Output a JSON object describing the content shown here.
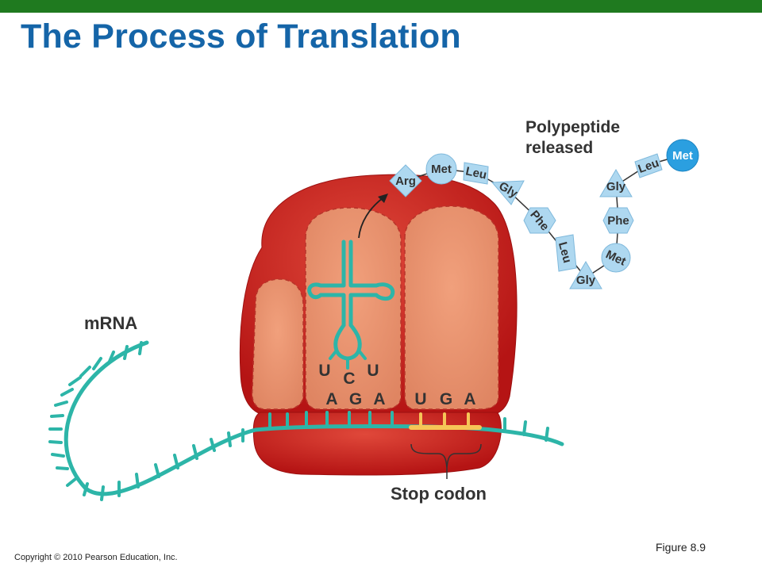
{
  "slide": {
    "title": "The Process of Translation",
    "copyright": "Copyright © 2010 Pearson Education, Inc.",
    "figure": "Figure 8.9"
  },
  "labels": {
    "polypeptide_line1": "Polypeptide",
    "polypeptide_line2": "released",
    "mrna": "mRNA",
    "stop_codon": "Stop codon"
  },
  "codons": {
    "anticodon": [
      "U",
      "C",
      "U"
    ],
    "mrna_codon": [
      "A",
      "G",
      "A"
    ],
    "stop": [
      "U",
      "G",
      "A"
    ]
  },
  "polypeptide": [
    "Arg",
    "Met",
    "Leu",
    "Gly",
    "Phe",
    "Leu",
    "Gly",
    "Met",
    "Phe",
    "Gly",
    "Leu",
    "Met"
  ],
  "colors": {
    "title": "#1565a8",
    "top_bar": "#1f7a1f",
    "ribosome": "#cc2222",
    "subunit": "#e8906a",
    "mrna": "#2db5a8",
    "stop_codon": "#f6c557",
    "amino_acid": "#aed8f0",
    "terminal_amino_acid": "#2b9fe0"
  }
}
